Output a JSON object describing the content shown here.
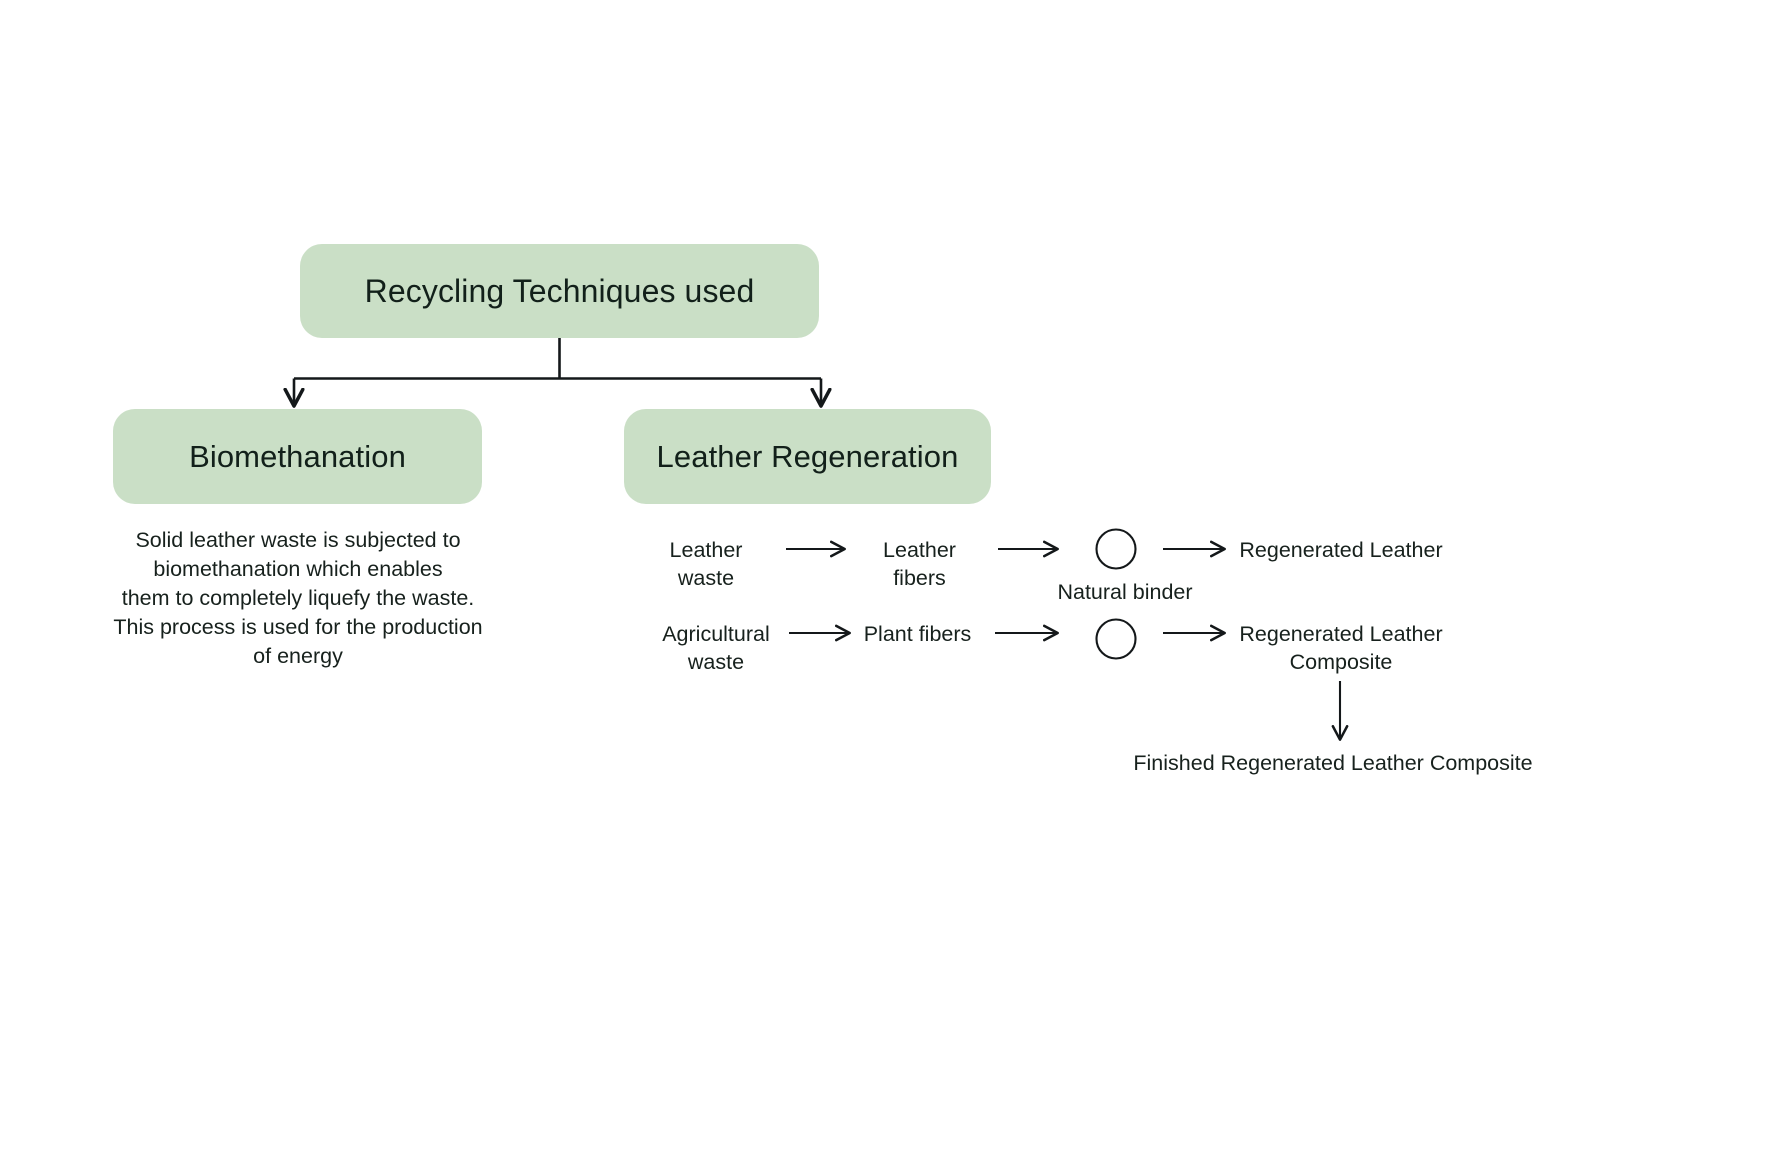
{
  "theme": {
    "background": "#ffffff",
    "node_fill": "#cadfc6",
    "text_color": "#17211d",
    "connector_color": "#14181a"
  },
  "root": {
    "label": "Recycling Techniques used"
  },
  "branches": [
    {
      "label": "Biomethanation"
    },
    {
      "label": "Leather Regeneration"
    }
  ],
  "biomethanation": {
    "title": "Biomethanation",
    "description": "Solid leather waste is subjected to\nbiomethanation which enables\nthem to completely liquefy the waste.\nThis process is used for the production\nof energy"
  },
  "leather_regeneration": {
    "title": "Leather Regeneration",
    "flow_rows": [
      {
        "input": "Leather waste",
        "intermediate": "Leather fibers",
        "node": "natural-binder-circle",
        "node_label": "Natural binder",
        "output": "Regenerated Leather"
      },
      {
        "input": "Agricultural\nwaste",
        "intermediate": "Plant fibers",
        "node": "binder-circle",
        "node_label": "",
        "output": "Regenerated Leather\nComposite"
      }
    ],
    "final_output": "Finished Regenerated Leather Composite"
  }
}
